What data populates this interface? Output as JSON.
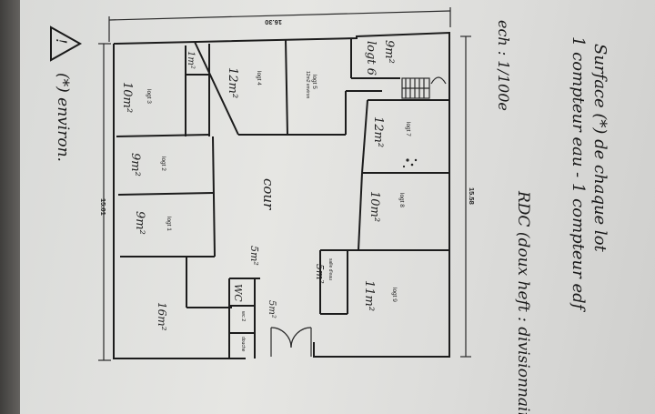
{
  "dimensions": {
    "top": "16.30",
    "left": "15.01",
    "right": "15.58"
  },
  "rooms": {
    "logt3": {
      "label": "logt 3",
      "area": "10m²"
    },
    "logt2": {
      "label": "logt 2",
      "area": "9m²"
    },
    "logt1": {
      "label": "logt 1",
      "area": "9m²"
    },
    "logt4": {
      "label": "logt 4",
      "area": "12m²"
    },
    "logt5": {
      "label": "logt 5",
      "area": "12m2 environ"
    },
    "logt6": {
      "label": "logt 6",
      "area": "9m²"
    },
    "logt7": {
      "label": "logt 7",
      "area": "12m²"
    },
    "logt8": {
      "label": "logt 8",
      "area": "10m²"
    },
    "logt9": {
      "label": "logt 9",
      "area": "11m²"
    },
    "bottom_left_area": "16m²",
    "small_top_area": "1m²",
    "cour": "cour",
    "salle_eau": {
      "label": "salle d'eau",
      "area": "5m²"
    },
    "wc1": "WC",
    "wc2": "wc 2",
    "douche": "douche",
    "passage_area": "5m²",
    "door_area": "5m²"
  },
  "notes": {
    "warning_icon_text": "!",
    "environ": "(*) environ.",
    "scale": "ech : 1/100e",
    "line1": "Surface (*) de chaque lot",
    "line2": "1 compteur eau - 1 compteur edf",
    "line3": "RDC (doux heft : divisionnaire)"
  }
}
